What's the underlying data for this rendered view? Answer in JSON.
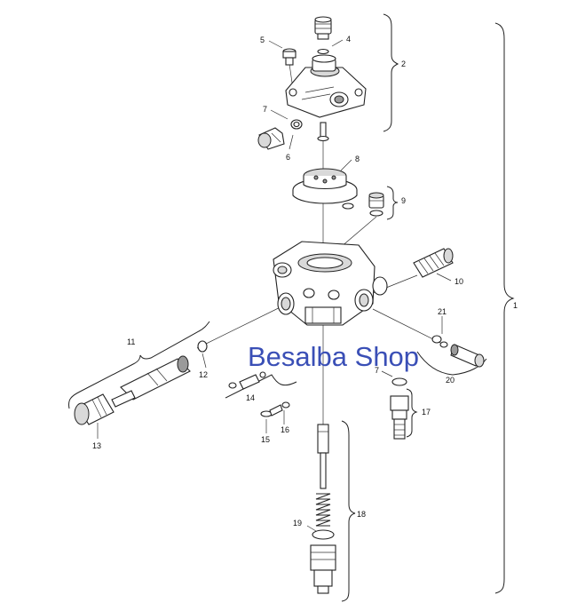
{
  "watermark": "Besalba Shop",
  "callouts": {
    "c1": "1",
    "c2": "2",
    "c4": "4",
    "c5": "5",
    "c6": "6",
    "c7a": "7",
    "c7b": "7",
    "c8": "8",
    "c9": "9",
    "c10": "10",
    "c11": "11",
    "c12": "12",
    "c13": "13",
    "c14": "14",
    "c15": "15",
    "c16": "16",
    "c17": "17",
    "c18": "18",
    "c19": "19",
    "c20": "20",
    "c21": "21"
  }
}
